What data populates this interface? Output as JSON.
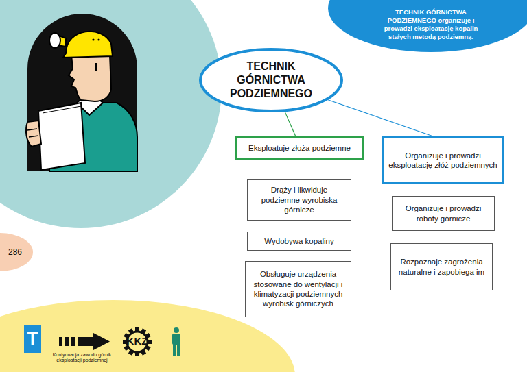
{
  "diagram": {
    "nodes": [
      {
        "text": [
          "TECHNIK GÓRNICTWA PODZIEMNEGO organizuje i prowadzi eksploatację kopalin stałych metodą podziemną."
        ]
      },
      {
        "text": [
          "TECHNIK GÓRNICTWA PODZIEMNEGO"
        ]
      },
      {
        "text": [
          "Eksploatuje złoża podziemne"
        ]
      },
      {
        "text": [
          "Organizuje i prowadzi eksploatację złóż podziemnych"
        ]
      },
      {
        "text": [
          "Drąży i likwiduje podziemne wyrobiska górnicze"
        ]
      },
      {
        "text": [
          "Wydobywa kopaliny"
        ]
      },
      {
        "text": [
          "Obsługuje urządzenia stosowane do wentylacji i klimatyzacji podziemnych wyrobisk górniczych"
        ]
      },
      {
        "text": [
          "Organizuje i prowadzi roboty górnicze"
        ]
      },
      {
        "text": [
          "Rozpoznaje zagrożenia naturalne i zapobiega im"
        ]
      },
      {
        "text": [
          "286"
        ]
      },
      {
        "text": [
          "T"
        ]
      }
    ],
    "edges": [
      {
        "from": 1,
        "to": 2,
        "arrow": "none"
      },
      {
        "from": 1,
        "to": 3,
        "arrow": "none"
      }
    ],
    "labels": [
      "Kontynuacja zawodu górnik eksploatacji podziemnej",
      "KKZ"
    ]
  }
}
